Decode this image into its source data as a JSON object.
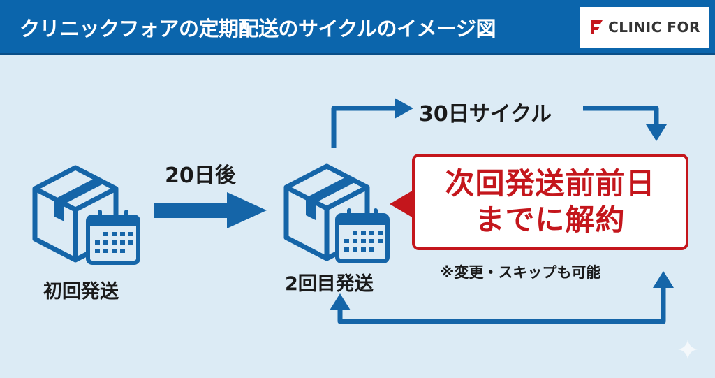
{
  "header": {
    "title": "クリニックフォアの定期配送のサイクルのイメージ図",
    "logo_text": "CLINIC FOR"
  },
  "diagram": {
    "first_shipment_label": "初回発送",
    "interval_label": "20日後",
    "second_shipment_label": "2回目発送",
    "cycle_label": "30日サイクル",
    "callout_line1": "次回発送前前日",
    "callout_line2": "までに解約",
    "note": "※変更・スキップも可能"
  },
  "colors": {
    "header": "#0b65ac",
    "background": "#dcebf5",
    "arrow": "#1565a8",
    "accent_red": "#c4161c"
  }
}
